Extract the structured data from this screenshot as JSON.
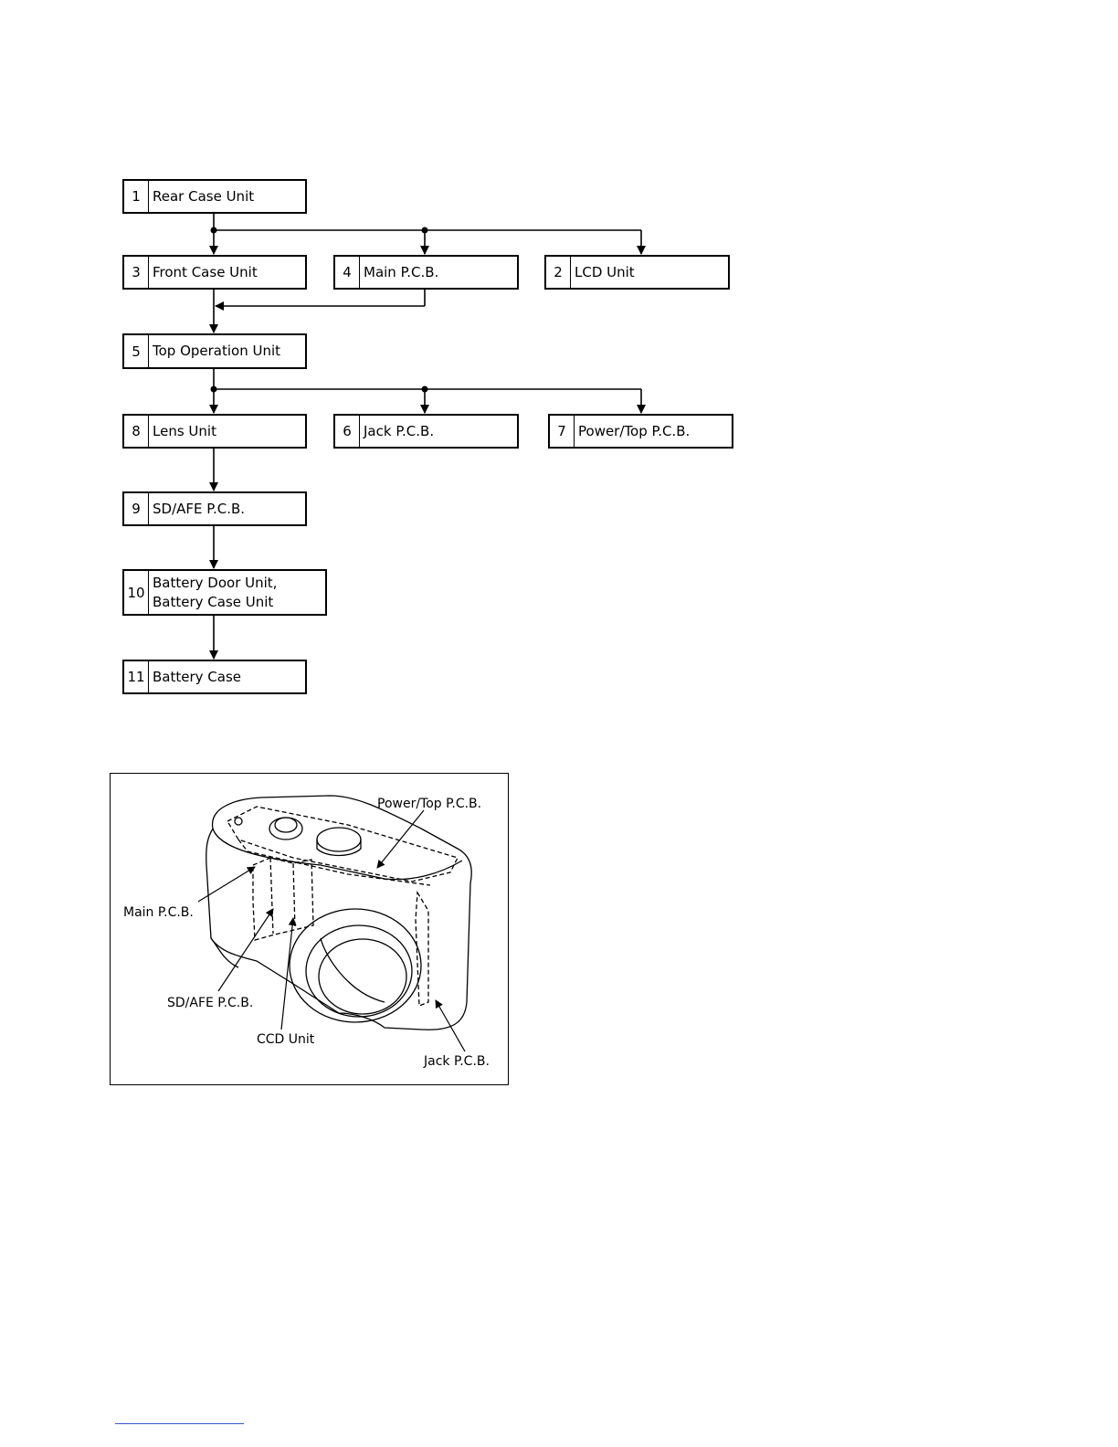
{
  "flowchart": {
    "boxes": [
      {
        "num": "1",
        "label": "Rear Case Unit"
      },
      {
        "num": "3",
        "label": "Front Case Unit"
      },
      {
        "num": "4",
        "label": "Main P.C.B."
      },
      {
        "num": "2",
        "label": "LCD Unit"
      },
      {
        "num": "5",
        "label": "Top Operation Unit"
      },
      {
        "num": "8",
        "label": "Lens Unit"
      },
      {
        "num": "6",
        "label": "Jack P.C.B."
      },
      {
        "num": "7",
        "label": "Power/Top P.C.B."
      },
      {
        "num": "9",
        "label": "SD/AFE P.C.B."
      },
      {
        "num": "10",
        "label_line1": "Battery Door Unit,",
        "label_line2": "Battery Case Unit"
      },
      {
        "num": "11",
        "label": "Battery Case"
      }
    ]
  },
  "figure": {
    "callouts": {
      "power_top": "Power/Top P.C.B.",
      "main": "Main P.C.B.",
      "sd_afe": "SD/AFE P.C.B.",
      "ccd": "CCD Unit",
      "jack": "Jack P.C.B."
    }
  }
}
